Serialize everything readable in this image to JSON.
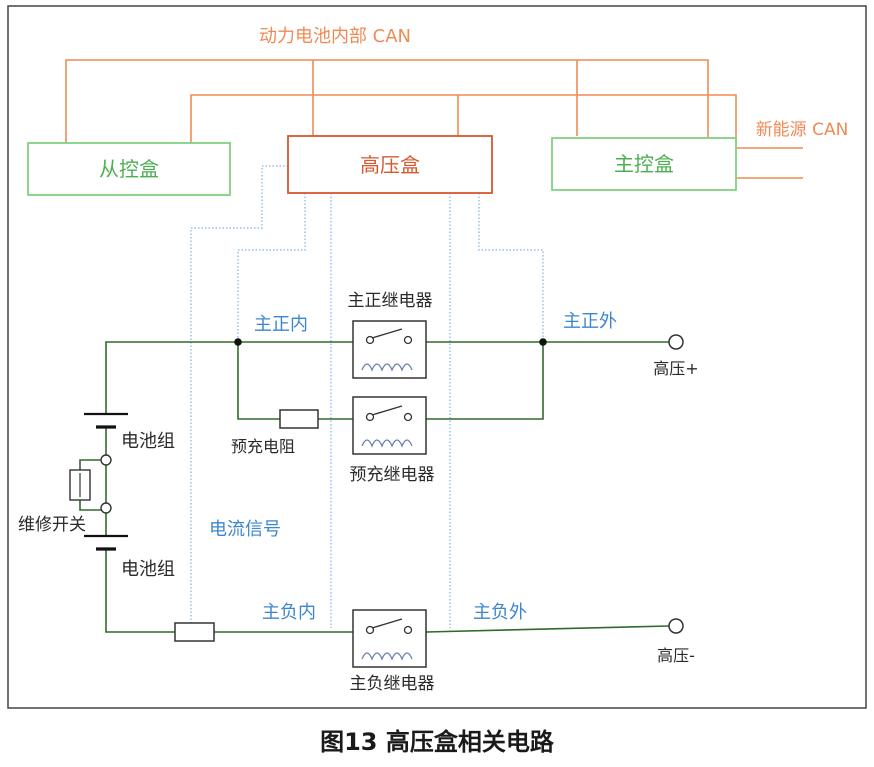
{
  "labels": {
    "battery_can": "动力电池内部 CAN",
    "new_energy_can": "新能源 CAN",
    "slave_box": "从控盒",
    "hv_box": "高压盒",
    "master_box": "主控盒",
    "main_pos_inner": "主正内",
    "main_pos_relay": "主正继电器",
    "main_pos_outer": "主正外",
    "hv_pos": "高压+",
    "precharge_resistor": "预充电阻",
    "precharge_relay": "预充继电器",
    "battery_pack_1": "电池组",
    "service_switch": "维修开关",
    "current_signal": "电流信号",
    "battery_pack_2": "电池组",
    "main_neg_inner": "主负内",
    "main_neg_outer": "主负外",
    "hv_neg": "高压-",
    "main_neg_relay": "主负继电器"
  },
  "caption": "图13 高压盒相关电路",
  "colors": {
    "can": "#f08a55",
    "box_green": "#7fd37f",
    "box_red": "#d9572e",
    "circuit": "#2f6b2a",
    "signal": "#5a9fd8",
    "label_blue": "#3c86cf",
    "label_orange": "#f08a55",
    "text": "#2a2a2a",
    "coil": "#6a7fb0"
  }
}
